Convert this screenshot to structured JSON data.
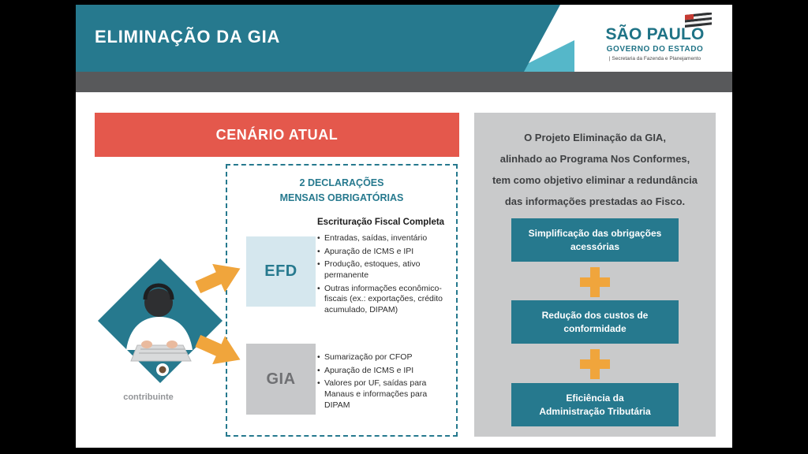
{
  "header": {
    "title": "ELIMINAÇÃO DA GIA",
    "logo": {
      "name": "SÃO PAULO",
      "subtitle": "GOVERNO DO ESTADO",
      "department": "|  Secretaria da Fazenda e Planejamento"
    }
  },
  "cenario": {
    "banner": "CENÁRIO ATUAL",
    "declarations_title": "2 DECLARAÇÕES\nMENSAIS OBRIGATÓRIAS",
    "efd": {
      "label": "EFD",
      "heading": "Escrituração Fiscal Completa",
      "bullets": [
        "Entradas, saídas, inventário",
        "Apuração de ICMS e IPI",
        "Produção, estoques, ativo permanente",
        "Outras informações econômico-fiscais (ex.: exportações, crédito acumulado, DIPAM)"
      ]
    },
    "gia": {
      "label": "GIA",
      "bullets": [
        "Sumarização por CFOP",
        "Apuração de ICMS e IPI",
        "Valores por UF, saídas para Manaus e informações para DIPAM"
      ]
    },
    "person_label": "contribuinte"
  },
  "project": {
    "intro": "O Projeto Eliminação da GIA,\nalinhado ao Programa Nos Conformes,\ntem como objetivo eliminar a redundância\ndas informações prestadas ao Fisco.",
    "benefits": [
      "Simplificação das obrigações\nacessórias",
      "Redução dos custos de\nconformidade",
      "Eficiência da\nAdministração Tributária"
    ]
  },
  "icons": {
    "plus": "+",
    "arrow": "→"
  },
  "colors": {
    "teal": "#26798E",
    "teal_light": "#55B7C9",
    "red": "#E4584C",
    "orange": "#F0A53C",
    "dark_gray_bar": "#58595B",
    "panel_gray": "#C9CACB",
    "efd_box_bg": "#D5E7EE",
    "gia_box_bg": "#C7C8CA"
  }
}
